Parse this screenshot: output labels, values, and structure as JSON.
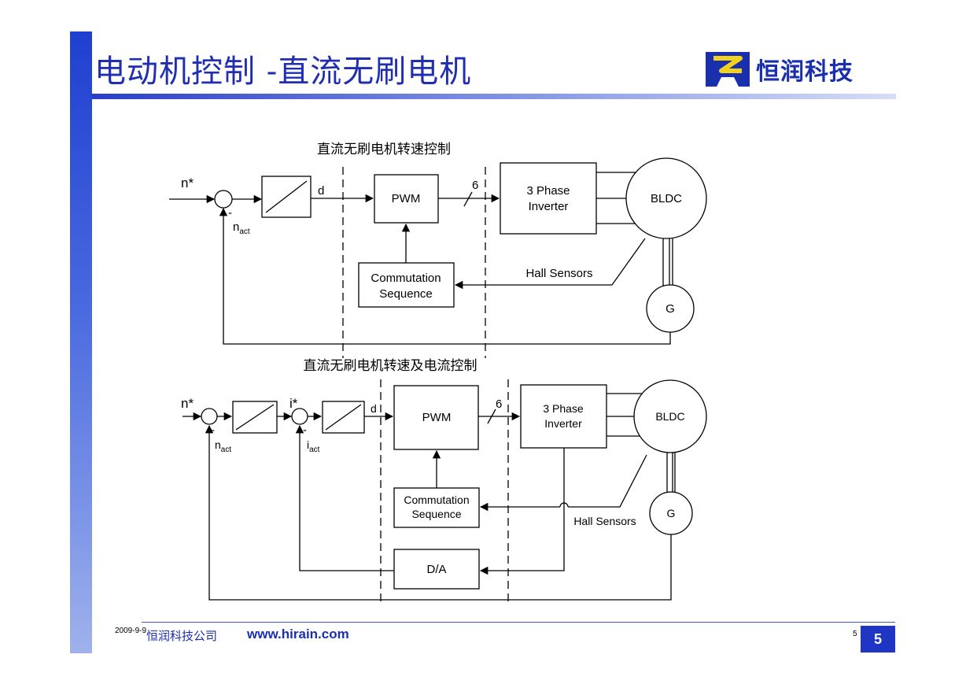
{
  "slide": {
    "title": "电动机控制 -直流无刷电机",
    "logo_text": "恒润科技",
    "page_number": "5",
    "page_number_small": "5"
  },
  "footer": {
    "date": "2009-9-9",
    "company": "恒润科技公司",
    "url": "www.hirain.com"
  },
  "diagram1": {
    "caption": "直流无刷电机转速控制",
    "setpoint": "n*",
    "feedback_sign": "-",
    "feedback_label": "n",
    "feedback_sub": "act",
    "signal_d": "d",
    "pwm": "PWM",
    "bus_width": "6",
    "inverter_line1": "3 Phase",
    "inverter_line2": "Inverter",
    "motor": "BLDC",
    "generator": "G",
    "commutation_line1": "Commutation",
    "commutation_line2": "Sequence",
    "hall_sensors": "Hall Sensors"
  },
  "diagram2": {
    "caption": "直流无刷电机转速及电流控制",
    "setpoint": "n*",
    "current_setpoint": "i*",
    "feedback_sign": "-",
    "speed_feedback_label": "n",
    "speed_feedback_sub": "act",
    "current_feedback_label": "i",
    "current_feedback_sub": "act",
    "signal_d": "d",
    "pwm": "PWM",
    "bus_width": "6",
    "inverter_line1": "3 Phase",
    "inverter_line2": "Inverter",
    "motor": "BLDC",
    "generator": "G",
    "commutation_line1": "Commutation",
    "commutation_line2": "Sequence",
    "hall_sensors": "Hall Sensors",
    "da": "D/A"
  }
}
